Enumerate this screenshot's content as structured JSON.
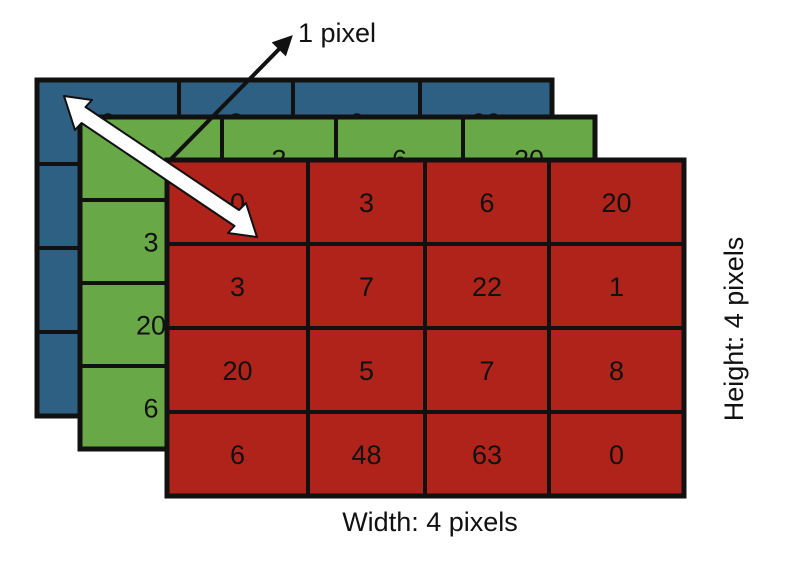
{
  "colors": {
    "blue_channel": "#2e6083",
    "green_channel": "#68a846",
    "red_channel": "#b0231a",
    "grid_line": "#111111",
    "arrow_fill": "#ffffff"
  },
  "blue_layer": {
    "values": [
      [
        "0",
        "3",
        "6",
        "20"
      ],
      [
        "",
        "",
        "",
        ""
      ],
      [
        "",
        "",
        "",
        ""
      ],
      [
        "",
        "",
        "",
        ""
      ]
    ]
  },
  "green_layer": {
    "values": [
      [
        "0",
        "3",
        "6",
        "20"
      ],
      [
        "3",
        "",
        "",
        ""
      ],
      [
        "20",
        "",
        "",
        ""
      ],
      [
        "6",
        "",
        "",
        ""
      ]
    ]
  },
  "red_layer": {
    "values": [
      [
        "0",
        "3",
        "6",
        "20"
      ],
      [
        "3",
        "7",
        "22",
        "1"
      ],
      [
        "20",
        "5",
        "7",
        "8"
      ],
      [
        "6",
        "48",
        "63",
        "0"
      ]
    ]
  },
  "labels": {
    "pixel": "1 pixel",
    "width": "Width: 4 pixels",
    "height": "Height: 4 pixels"
  }
}
